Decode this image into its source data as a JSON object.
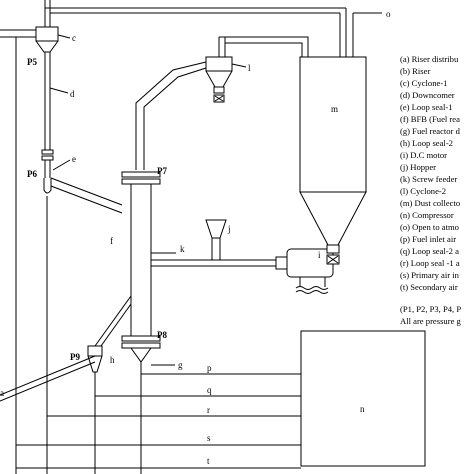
{
  "components": {
    "c": "c",
    "d": "d",
    "e": "e",
    "f": "f",
    "g": "g",
    "h": "h",
    "i": "i",
    "j": "j",
    "k": "k",
    "l": "l",
    "m": "m",
    "n": "n",
    "o": "o",
    "p": "p",
    "q": "q",
    "r": "r",
    "s": "s",
    "t": "t",
    "a": "a"
  },
  "pressure_points": {
    "p5": "P5",
    "p6": "P6",
    "p7": "P7",
    "p8": "P8",
    "p9": "P9"
  },
  "legend": {
    "items": [
      "(a) Riser distribu",
      "(b) Riser",
      "(c) Cyclone-1",
      "(d) Downcomer",
      "(e) Loop seal-1",
      "(f) BFB (Fuel rea",
      "(g) Fuel reactor d",
      "(h) Loop seal-2",
      "(i) D.C motor",
      "(j) Hopper",
      "(k) Screw feeder",
      "(l) Cyclone-2",
      "(m) Dust collecto",
      "(n) Compressor",
      "(o) Open to atmo",
      "(p) Fuel inlet air",
      "(q) Loop seal-2 a",
      "(r) Loop seal -1 a",
      "(s) Primary air in",
      "(t) Secondary air"
    ],
    "note_line1": "(P1, P2, P3, P4, P",
    "note_line2": "All are pressure g"
  }
}
